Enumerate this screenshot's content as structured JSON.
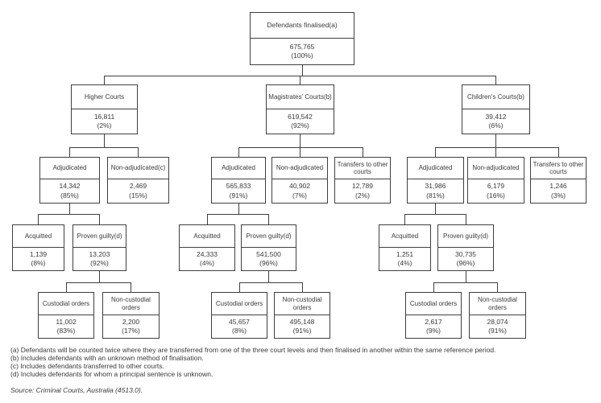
{
  "tree": {
    "root": {
      "label": "Defendants finalised(a)",
      "value": "675,765",
      "percent": "(100%)"
    },
    "higher": {
      "court": {
        "label": "Higher Courts",
        "value": "16,811",
        "percent": "(2%)"
      },
      "adjudicated": {
        "label": "Adjudicated",
        "value": "14,342",
        "percent": "(85%)"
      },
      "non_adjudicated": {
        "label": "Non-adjudicated(c)",
        "value": "2,469",
        "percent": "(15%)"
      },
      "acquitted": {
        "label": "Acquitted",
        "value": "1,139",
        "percent": "(8%)"
      },
      "proven_guilty": {
        "label": "Proven guilty(d)",
        "value": "13,203",
        "percent": "(92%)"
      },
      "custodial": {
        "label": "Custodial orders",
        "value": "11,002",
        "percent": "(83%)"
      },
      "non_custodial": {
        "label": "Non-custodial orders",
        "value": "2,200",
        "percent": "(17%)"
      }
    },
    "magistrates": {
      "court": {
        "label": "Magistrates' Courts(b)",
        "value": "619,542",
        "percent": "(92%)"
      },
      "adjudicated": {
        "label": "Adjudicated",
        "value": "565,833",
        "percent": "(91%)"
      },
      "non_adjudicated": {
        "label": "Non-adjudicated",
        "value": "40,902",
        "percent": "(7%)"
      },
      "transfers": {
        "label": "Transfers to other courts",
        "value": "12,789",
        "percent": "(2%)"
      },
      "acquitted": {
        "label": "Acquitted",
        "value": "24,333",
        "percent": "(4%)"
      },
      "proven_guilty": {
        "label": "Proven guilty(d)",
        "value": "541,500",
        "percent": "(96%)"
      },
      "custodial": {
        "label": "Custodial orders",
        "value": "45,657",
        "percent": "(8%)"
      },
      "non_custodial": {
        "label": "Non-custodial orders",
        "value": "495,148",
        "percent": "(91%)"
      }
    },
    "childrens": {
      "court": {
        "label": "Children's Courts(b)",
        "value": "39,412",
        "percent": "(6%)"
      },
      "adjudicated": {
        "label": "Adjudicated",
        "value": "31,986",
        "percent": "(81%)"
      },
      "non_adjudicated": {
        "label": "Non-adjudicated",
        "value": "6,179",
        "percent": "(16%)"
      },
      "transfers": {
        "label": "Transfers to other courts",
        "value": "1,246",
        "percent": "(3%)"
      },
      "acquitted": {
        "label": "Acquitted",
        "value": "1,251",
        "percent": "(4%)"
      },
      "proven_guilty": {
        "label": "Proven guilty(d)",
        "value": "30,735",
        "percent": "(96%)"
      },
      "custodial": {
        "label": "Custodial orders",
        "value": "2,617",
        "percent": "(9%)"
      },
      "non_custodial": {
        "label": "Non-custodial orders",
        "value": "28,074",
        "percent": "(91%)"
      }
    }
  },
  "footnotes": [
    "(a) Defendants will be counted twice where they are transferred from one of the three court levels and then finalised in another within the same reference period.",
    "(b) Includes defendants with an unknown method of finalisation.",
    "(c) Includes defendants transferred to other courts.",
    "(d) Includes defendants for whom a principal sentence is unknown."
  ],
  "source": "Source: Criminal Courts, Australia (4513.0)."
}
